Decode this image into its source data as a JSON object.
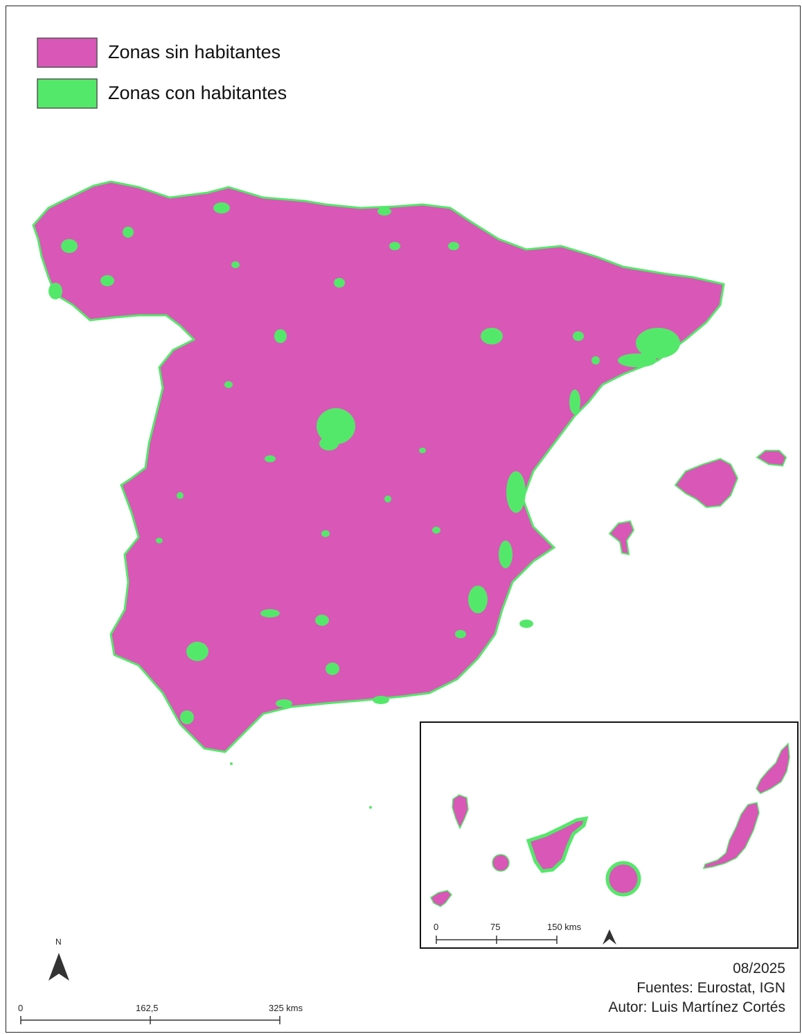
{
  "legend": {
    "items": [
      {
        "label": "Zonas sin habitantes",
        "color": "#d957b6"
      },
      {
        "label": "Zonas con habitantes",
        "color": "#54e86a"
      }
    ]
  },
  "north_arrow": {
    "label": "N"
  },
  "scale_main": {
    "ticks": [
      "0",
      "162,5",
      "325 kms"
    ]
  },
  "scale_inset": {
    "ticks": [
      "0",
      "75",
      "150 kms"
    ]
  },
  "credits": {
    "date": "08/2025",
    "sources": "Fuentes: Eurostat, IGN",
    "author": "Autor: Luis Martínez Cortés"
  },
  "colors": {
    "uninhabited": "#d957b6",
    "inhabited": "#54e86a",
    "frame": "#222222"
  }
}
